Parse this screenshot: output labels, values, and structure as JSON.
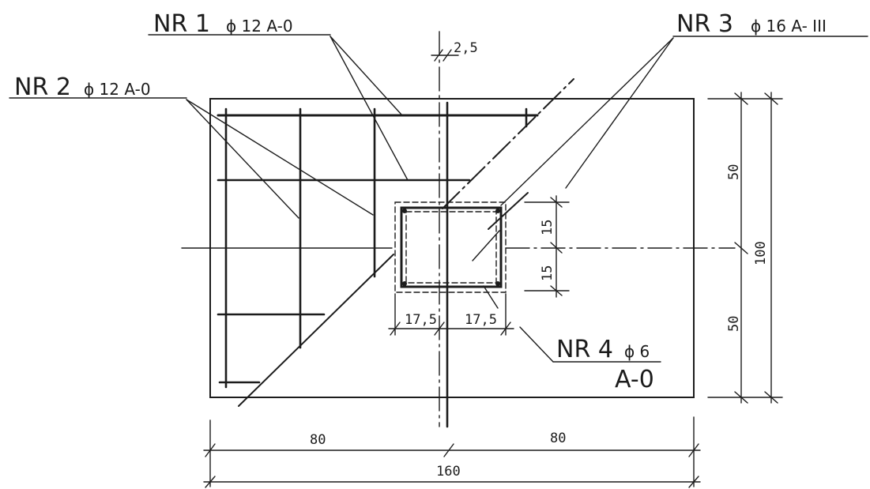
{
  "labels": {
    "nr1": {
      "mark": "NR 1",
      "spec": "ϕ 12 A-0"
    },
    "nr2": {
      "mark": "NR 2",
      "spec": "ϕ 12 A-0"
    },
    "nr3": {
      "mark": "NR 3",
      "spec": "ϕ 16 A- III"
    },
    "nr4": {
      "mark": "NR 4",
      "spec": "ϕ 6",
      "grade": "A-0"
    }
  },
  "dimensions": {
    "cover": "2,5",
    "half_width_left": "80",
    "half_width_right": "80",
    "total_width": "160",
    "half_height_top": "50",
    "half_height_bottom": "50",
    "total_height": "100",
    "column_half_h_top": "15",
    "column_half_h_bottom": "15",
    "column_half_w_left": "17,5",
    "column_half_w_right": "17,5"
  }
}
